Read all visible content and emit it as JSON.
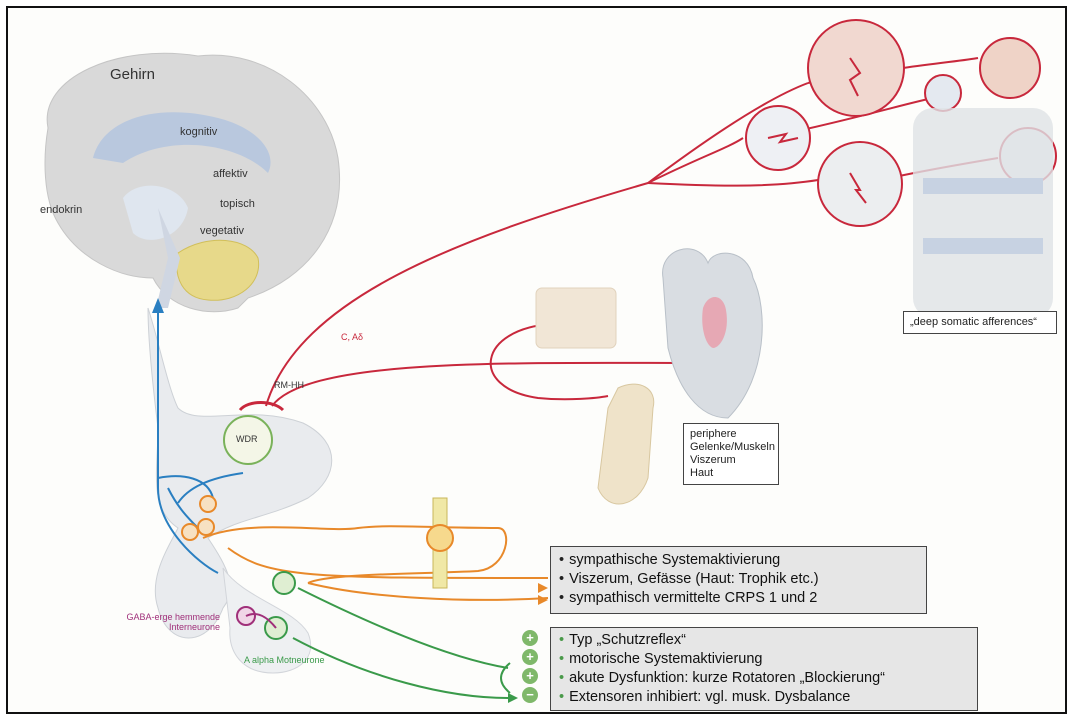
{
  "brain": {
    "title": "Gehirn",
    "labels": [
      "kognitiv",
      "affektiv",
      "endokrin",
      "topisch",
      "vegetativ"
    ]
  },
  "fibers": {
    "c_adelta": "C, Aδ",
    "rm_hh": "RM-HH",
    "wdr": "WDR"
  },
  "interneurons": {
    "gaba": "GABA-erge hemmende Interneurone",
    "motoneurons": "A alpha Motneurone"
  },
  "afferences": {
    "deep_label": "„deep somatic afferences“",
    "peripheral": [
      "periphere",
      "Gelenke/Muskeln",
      "Viszerum",
      "Haut"
    ]
  },
  "sympathetic_box": {
    "items": [
      "sympathische Systemaktivierung",
      "Viszerum, Gefässe (Haut: Trophik etc.)",
      "sympathisch vermittelte CRPS 1 und 2"
    ]
  },
  "motor_box": {
    "items": [
      "Typ „Schutzreflex“",
      "motorische Systemaktivierung",
      "akute Dysfunktion: kurze Rotatoren „Blockierung“",
      "Extensoren inhibiert: vgl. musk. Dysbalance"
    ],
    "signs": [
      "+",
      "+",
      "+",
      "−"
    ]
  },
  "colors": {
    "red": "#c8283c",
    "blue": "#2a7fc1",
    "orange": "#e8892a",
    "green": "#3a9a4a",
    "purple": "#a0307a"
  }
}
